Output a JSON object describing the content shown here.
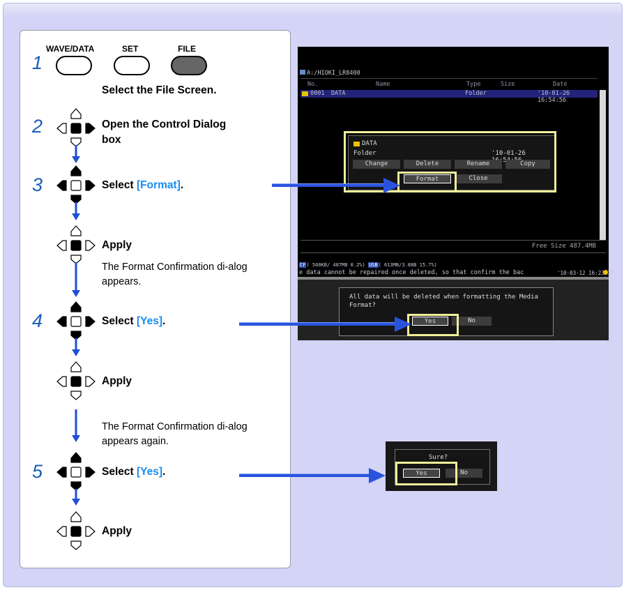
{
  "keys": {
    "wave_data": "WAVE/DATA",
    "set": "SET",
    "file": "FILE"
  },
  "steps": {
    "s1": {
      "num": "1",
      "text": "Select the File Screen."
    },
    "s2": {
      "num": "2",
      "text1": "Open the Control Dialog",
      "text2": "box"
    },
    "s3": {
      "num": "3",
      "prefix": "Select ",
      "hl": "[Format]",
      "suffix": "."
    },
    "apply1": "Apply",
    "desc1": "The Format Confirmation di-alog appears.",
    "s4": {
      "num": "4",
      "prefix": "Select ",
      "hl": "[Yes]",
      "suffix": "."
    },
    "apply2": "Apply",
    "desc2": "The Format Confirmation di-alog appears again.",
    "s5": {
      "num": "5",
      "prefix": "Select ",
      "hl": "[Yes]",
      "suffix": "."
    },
    "apply3": "Apply"
  },
  "screen1": {
    "path": "A:/HIOKI_LR8400",
    "col_no": "No.",
    "col_name": "Name",
    "col_type": "Type",
    "col_size": "Size",
    "col_date": "Date",
    "row_no": "0001",
    "row_name": "DATA",
    "row_type": "Folder",
    "row_date": "'10-01-26 16:54:56",
    "dlg_name": "DATA",
    "dlg_type": "Folder",
    "dlg_date": "'10-01-26 16:54:56",
    "btn_change": "Change",
    "btn_delete": "Delete",
    "btn_rename": "Rename",
    "btn_copy": "Copy",
    "btn_format": "Format",
    "btn_close": "Close",
    "free_size": "Free Size 487.4MB",
    "status_cf": "( 560KB/ 487MB  0.2%)",
    "status_usb": "( 613MB/3.88B 15.7%)",
    "status_msg": "e data cannot be repaired once deleted, so that confirm the bac",
    "status_time": "'10-03-12 16:23:37"
  },
  "screen2": {
    "msg1": "All data will be deleted when formatting the Media",
    "msg2": "Format?",
    "yes": "Yes",
    "no": "No"
  },
  "screen3": {
    "msg": "Sure?",
    "yes": "Yes",
    "no": "No"
  }
}
